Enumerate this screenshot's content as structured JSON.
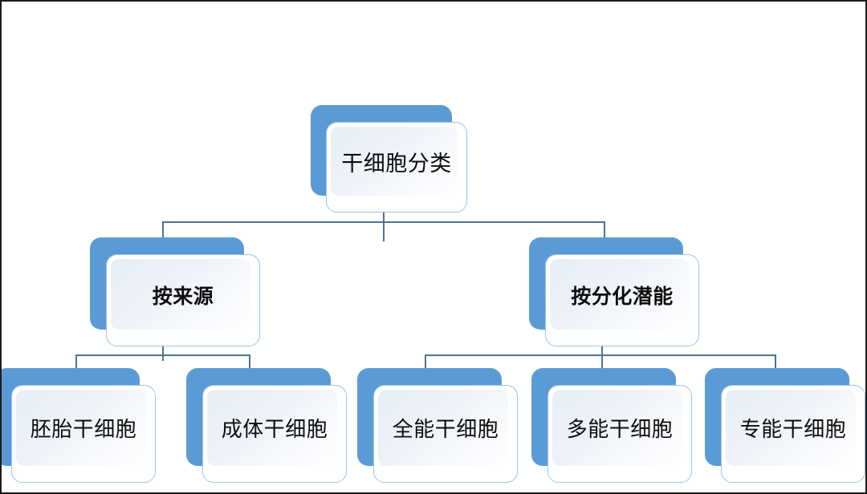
{
  "diagram": {
    "title": "干细胞分类",
    "type": "hierarchy-tree",
    "orientation": "top-down",
    "accent_color": "#5b9bd5",
    "card_border_color": "#9dc3e6",
    "connector_color": "#4d7393",
    "background_color": "#ffffff",
    "frame_color": "#1c1c1c"
  },
  "nodes": {
    "root": {
      "label": "干细胞分类",
      "level": 1
    },
    "level2": [
      {
        "key": "source",
        "label": "按来源",
        "level": 2
      },
      {
        "key": "potency",
        "label": "按分化潜能",
        "level": 2
      }
    ],
    "level3": [
      {
        "key": "embryonic",
        "label": "胚胎干细胞",
        "level": 3,
        "parent": "source"
      },
      {
        "key": "adult",
        "label": "成体干细胞",
        "level": 3,
        "parent": "source"
      },
      {
        "key": "toti",
        "label": "全能干细胞",
        "level": 3,
        "parent": "potency"
      },
      {
        "key": "pluri",
        "label": "多能干细胞",
        "level": 3,
        "parent": "potency"
      },
      {
        "key": "uni",
        "label": "专能干细胞",
        "level": 3,
        "parent": "potency"
      }
    ]
  }
}
